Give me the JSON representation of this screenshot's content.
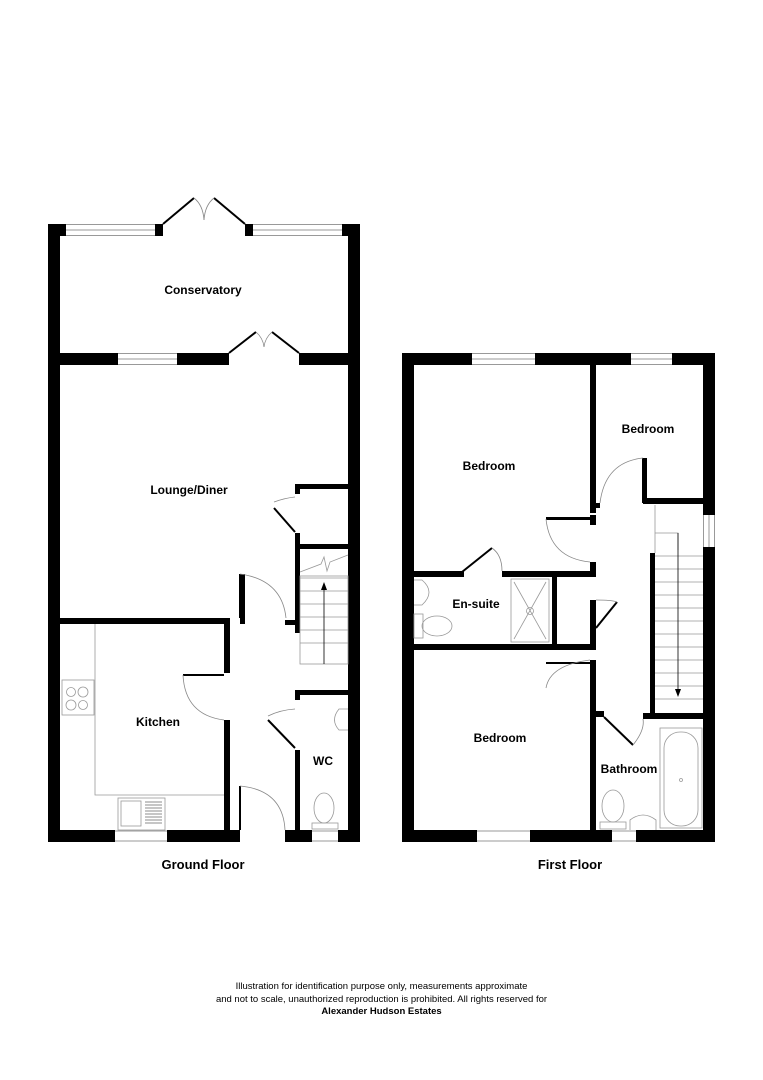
{
  "floors": [
    {
      "title": "Ground Floor",
      "rooms": [
        {
          "name": "Conservatory"
        },
        {
          "name": "Lounge/Diner"
        },
        {
          "name": "Kitchen"
        },
        {
          "name": "WC"
        }
      ]
    },
    {
      "title": "First Floor",
      "rooms": [
        {
          "name": "Bedroom"
        },
        {
          "name": "Bedroom"
        },
        {
          "name": "En-suite"
        },
        {
          "name": "Bedroom"
        },
        {
          "name": "Bathroom"
        }
      ]
    }
  ],
  "disclaimer": {
    "line1": "Illustration for identification purpose only, measurements approximate",
    "line2": "and not to scale, unauthorized reproduction is prohibited. All rights reserved for",
    "company": "Alexander Hudson Estates"
  },
  "colors": {
    "wall": "#000000",
    "fixture": "#999999",
    "background": "#ffffff"
  }
}
